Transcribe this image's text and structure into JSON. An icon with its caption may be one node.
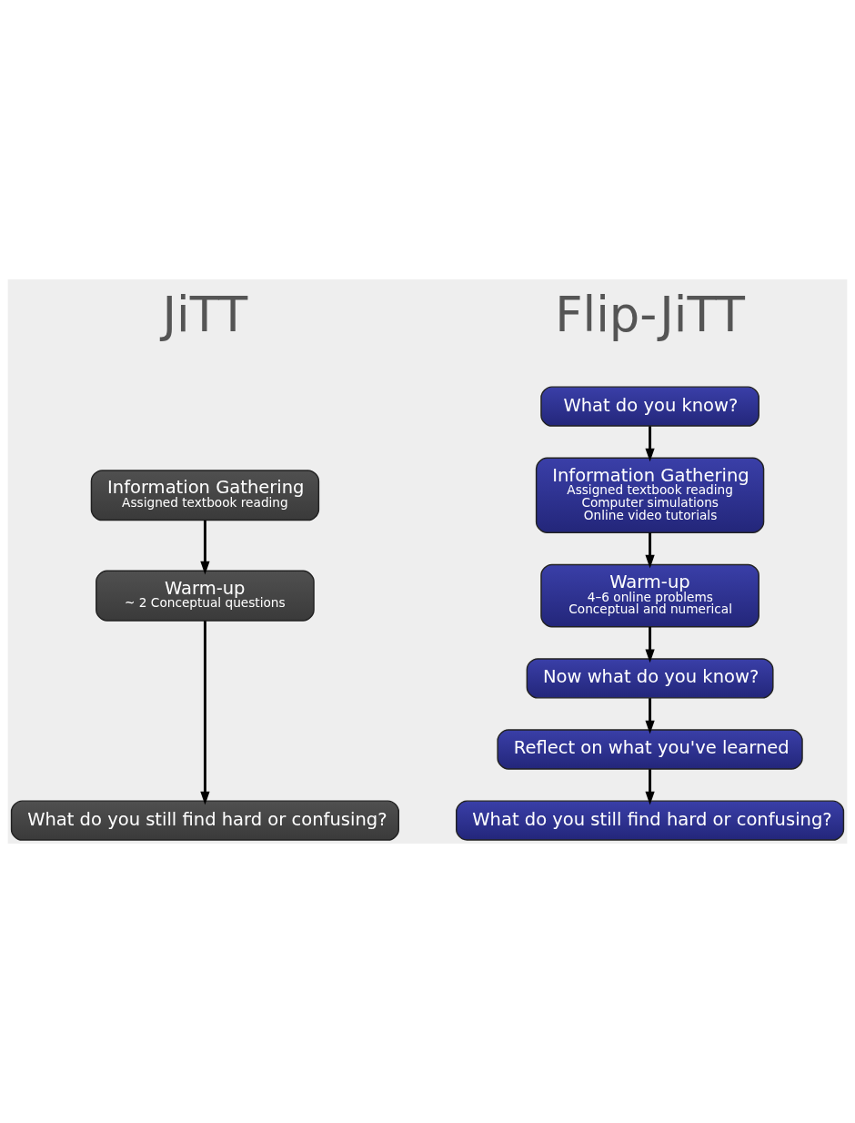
{
  "diagram": {
    "nodes": [
      {
        "text": [
          "Information Gathering",
          "Assigned textbook reading"
        ]
      },
      {
        "text": [
          "Warm-up",
          "~ 2 Conceptual questions"
        ]
      },
      {
        "text": [
          "What do you still find hard or confusing?"
        ]
      },
      {
        "text": [
          "What do you know?"
        ]
      },
      {
        "text": [
          "Information Gathering",
          "Assigned textbook reading",
          "Computer simulations",
          "Online video tutorials"
        ]
      },
      {
        "text": [
          "Warm-up",
          "4–6 online problems",
          "Conceptual and numerical"
        ]
      },
      {
        "text": [
          "Now what do you know?"
        ]
      },
      {
        "text": [
          "Reflect on what you've learned"
        ]
      },
      {
        "text": [
          "What do you still find hard or confusing?"
        ]
      }
    ],
    "edges": [
      {
        "from": 0,
        "to": 1,
        "arrow": "to"
      },
      {
        "from": 1,
        "to": 2,
        "arrow": "to"
      },
      {
        "from": 3,
        "to": 4,
        "arrow": "to"
      },
      {
        "from": 4,
        "to": 5,
        "arrow": "to"
      },
      {
        "from": 5,
        "to": 6,
        "arrow": "to"
      },
      {
        "from": 6,
        "to": 7,
        "arrow": "to"
      },
      {
        "from": 7,
        "to": 8,
        "arrow": "to"
      }
    ],
    "labels": [
      "JiTT",
      "Flip-JiTT"
    ]
  }
}
